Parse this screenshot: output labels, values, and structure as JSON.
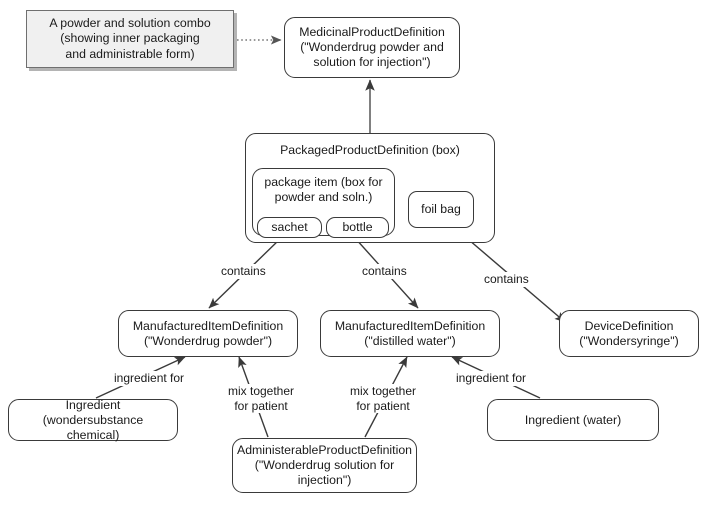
{
  "diagram": {
    "title": "Powder and solution combo product structure",
    "background": "#ffffff",
    "border_color": "#3a3a3a",
    "note_fill": "#f0f0f0",
    "note_border": "#6f6f6f"
  },
  "note": {
    "line1": "A powder and solution combo",
    "line2": "(showing inner packaging",
    "line3": "and administrable form)"
  },
  "nodes": {
    "medicinal_product": {
      "line1": "MedicinalProductDefinition",
      "line2": "(\"Wonderdrug powder and",
      "line3": "solution for injection\")"
    },
    "packaged_product": {
      "label": "PackagedProductDefinition (box)"
    },
    "package_item": {
      "line1": "package item (box for",
      "line2": "powder and soln.)"
    },
    "sachet": {
      "label": "sachet"
    },
    "bottle": {
      "label": "bottle"
    },
    "foil_bag": {
      "label": "foil bag"
    },
    "manufactured_powder": {
      "line1": "ManufacturedItemDefinition",
      "line2": "(\"Wonderdrug powder\")"
    },
    "manufactured_water": {
      "line1": "ManufacturedItemDefinition",
      "line2": "(\"distilled water\")"
    },
    "device": {
      "line1": "DeviceDefinition",
      "line2": "(\"Wondersyringe\")"
    },
    "ingredient_chemical": {
      "line1": "Ingredient (wondersubstance",
      "line2": "chemical)"
    },
    "ingredient_water": {
      "label": "Ingredient (water)"
    },
    "administerable_product": {
      "line1": "AdministerableProductDefinition",
      "line2": "(\"Wonderdrug solution for",
      "line3": "injection\")"
    }
  },
  "edge_labels": {
    "contains_powder": "contains",
    "contains_water": "contains",
    "contains_device": "contains",
    "ingredient_for_left": "ingredient for",
    "ingredient_for_right": "ingredient for",
    "mix_left_line1": "mix together",
    "mix_left_line2": "for patient",
    "mix_right_line1": "mix together",
    "mix_right_line2": "for patient"
  }
}
